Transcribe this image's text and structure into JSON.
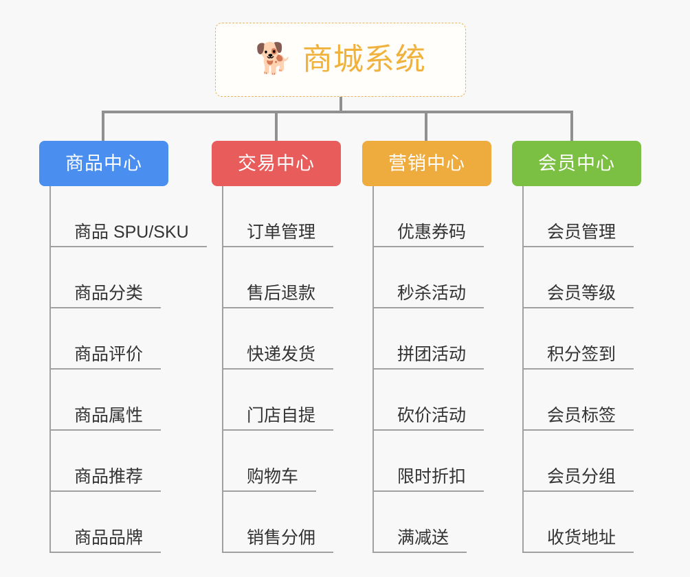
{
  "page": {
    "background_color": "#f8f8f8",
    "title": "商城系统功能结构图"
  },
  "root": {
    "icon": "dog-face-emoji",
    "icon_glyph": "🐕",
    "label": "商城系统",
    "text_color": "#f0b23c",
    "border_color": "#e8b45a",
    "background_color": "#fffefb"
  },
  "connector": {
    "color": "#909090"
  },
  "branches": [
    {
      "label": "商品中心",
      "color": "#4a8ef0",
      "children": [
        {
          "label": "商品 SPU/SKU"
        },
        {
          "label": "商品分类"
        },
        {
          "label": "商品评价"
        },
        {
          "label": "商品属性"
        },
        {
          "label": "商品推荐"
        },
        {
          "label": "商品品牌"
        }
      ]
    },
    {
      "label": "交易中心",
      "color": "#e85c5c",
      "children": [
        {
          "label": "订单管理"
        },
        {
          "label": "售后退款"
        },
        {
          "label": "快递发货"
        },
        {
          "label": "门店自提"
        },
        {
          "label": "购物车"
        },
        {
          "label": "销售分佣"
        }
      ]
    },
    {
      "label": "营销中心",
      "color": "#eeab3e",
      "children": [
        {
          "label": "优惠券码"
        },
        {
          "label": "秒杀活动"
        },
        {
          "label": "拼团活动"
        },
        {
          "label": "砍价活动"
        },
        {
          "label": "限时折扣"
        },
        {
          "label": "满减送"
        }
      ]
    },
    {
      "label": "会员中心",
      "color": "#7bc043",
      "children": [
        {
          "label": "会员管理"
        },
        {
          "label": "会员等级"
        },
        {
          "label": "积分签到"
        },
        {
          "label": "会员标签"
        },
        {
          "label": "会员分组"
        },
        {
          "label": "收货地址"
        }
      ]
    }
  ]
}
